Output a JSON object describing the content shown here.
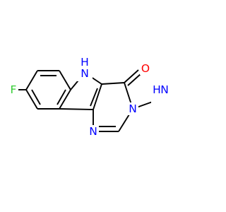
{
  "molecule": {
    "atoms": {
      "nh_ring": {
        "label": "NH",
        "h_label": "H",
        "color": "#0000FF"
      },
      "carbonyl_o": {
        "label": "O",
        "color": "#FF0000"
      },
      "n3": {
        "label": "N",
        "color": "#0000FF"
      },
      "n_amino": {
        "label": "N",
        "color": "#0000FF"
      },
      "amino_h": {
        "label": "H",
        "color": "#0000FF"
      },
      "n1": {
        "label": "N",
        "color": "#0000FF"
      },
      "fluorine": {
        "label": "F",
        "color": "#33CC33"
      }
    }
  }
}
